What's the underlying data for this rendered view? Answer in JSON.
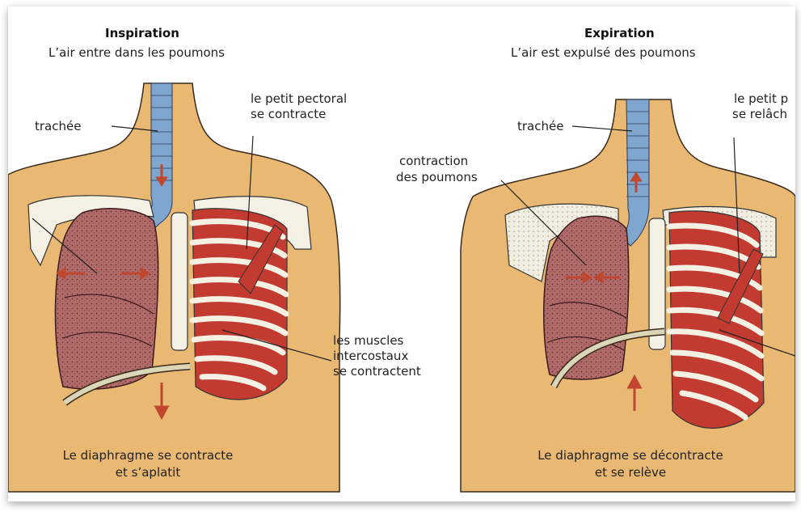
{
  "inspiration": {
    "title": "Inspiration",
    "subtitle": "L’air entre dans les poumons",
    "label_trachea": "trachée",
    "label_pectoral_1": "le petit pectoral",
    "label_pectoral_2": "se contracte",
    "label_intercostal_1": "les muscles",
    "label_intercostal_2": "intercostaux",
    "label_intercostal_3": "se contractent",
    "caption_1": "Le diaphragme se contracte",
    "caption_2": "et s’aplatit"
  },
  "expiration": {
    "title": "Expiration",
    "subtitle": "L’air est expulsé des poumons",
    "label_trachea": "trachée",
    "label_lungs_1": "contraction",
    "label_lungs_2": "des poumons",
    "label_pectoral_1": "le petit p",
    "label_pectoral_2": "se relâch",
    "caption_1": "Le diaphragme se décontracte",
    "caption_2": "et se relève"
  },
  "colors": {
    "skin": "#e9b873",
    "skin_outline": "#3a2a1a",
    "lung": "#b06a6a",
    "muscle": "#c23a30",
    "bone": "#f4f0e4",
    "trachea": "#7fa6cf",
    "arrow": "#c0462e",
    "diaphragm": "#dcd6b8"
  }
}
